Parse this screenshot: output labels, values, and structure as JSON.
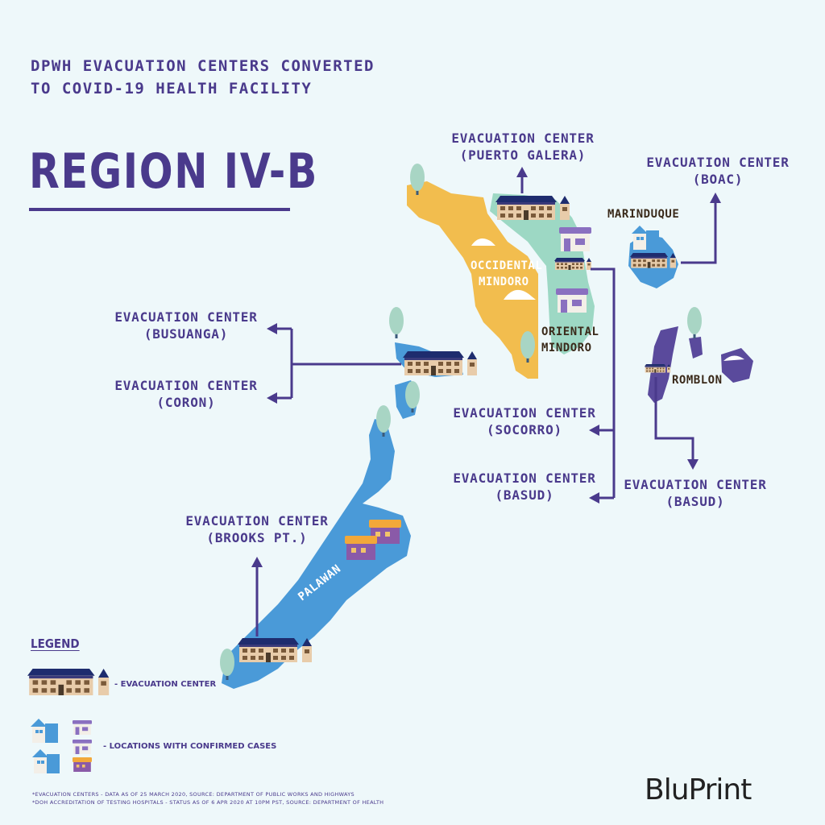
{
  "header": {
    "title_line1": "DPWH EVACUATION CENTERS CONVERTED",
    "title_line2": "TO COVID-19 HEALTH FACILITY",
    "region": "REGION IV-B"
  },
  "colors": {
    "primary": "#4a3a8c",
    "background": "#eef8fa",
    "occidental_mindoro": "#f2bd4e",
    "oriental_mindoro": "#9dd8c4",
    "palawan": "#4a9ad8",
    "romblon": "#5a4a9c",
    "marinduque": "#4a9ad8"
  },
  "map_labels": {
    "occidental_line1": "OCCIDENTAL",
    "occidental_line2": "MINDORO",
    "oriental_line1": "ORIENTAL",
    "oriental_line2": "MINDORO",
    "marinduque": "MARINDUQUE",
    "romblon": "ROMBLON",
    "palawan": "PALAWAN"
  },
  "callouts": {
    "puerto_galera": {
      "line1": "EVACUATION CENTER",
      "line2": "(PUERTO GALERA)"
    },
    "boac": {
      "line1": "EVACUATION CENTER",
      "line2": "(BOAC)"
    },
    "busuanga": {
      "line1": "EVACUATION CENTER",
      "line2": "(BUSUANGA)"
    },
    "coron": {
      "line1": "EVACUATION CENTER",
      "line2": "(CORON)"
    },
    "socorro": {
      "line1": "EVACUATION CENTER",
      "line2": "(SOCORRO)"
    },
    "basud_mindoro": {
      "line1": "EVACUATION CENTER",
      "line2": "(BASUD)"
    },
    "basud_romblon": {
      "line1": "EVACUATION CENTER",
      "line2": "(BASUD)"
    },
    "brooks_pt": {
      "line1": "EVACUATION CENTER",
      "line2": "(BROOKS PT.)"
    }
  },
  "legend": {
    "title": "LEGEND",
    "evacuation_center": "- EVACUATION CENTER",
    "confirmed_cases": "- LOCATIONS WITH CONFIRMED CASES"
  },
  "footnotes": {
    "line1": "*EVACUATION CENTERS - DATA AS OF 25 MARCH 2020, SOURCE: DEPARTMENT OF PUBLIC WORKS AND HIGHWAYS",
    "line2": "*DOH ACCREDITATION OF TESTING HOSPITALS - STATUS AS OF 6 APR 2020 AT 10PM PST, SOURCE: DEPARTMENT OF HEALTH"
  },
  "brand": "BluPrint",
  "icons": {
    "evacuation_center": "school-building-icon",
    "confirmed_case": "house-icon",
    "tree": "tree-icon"
  }
}
